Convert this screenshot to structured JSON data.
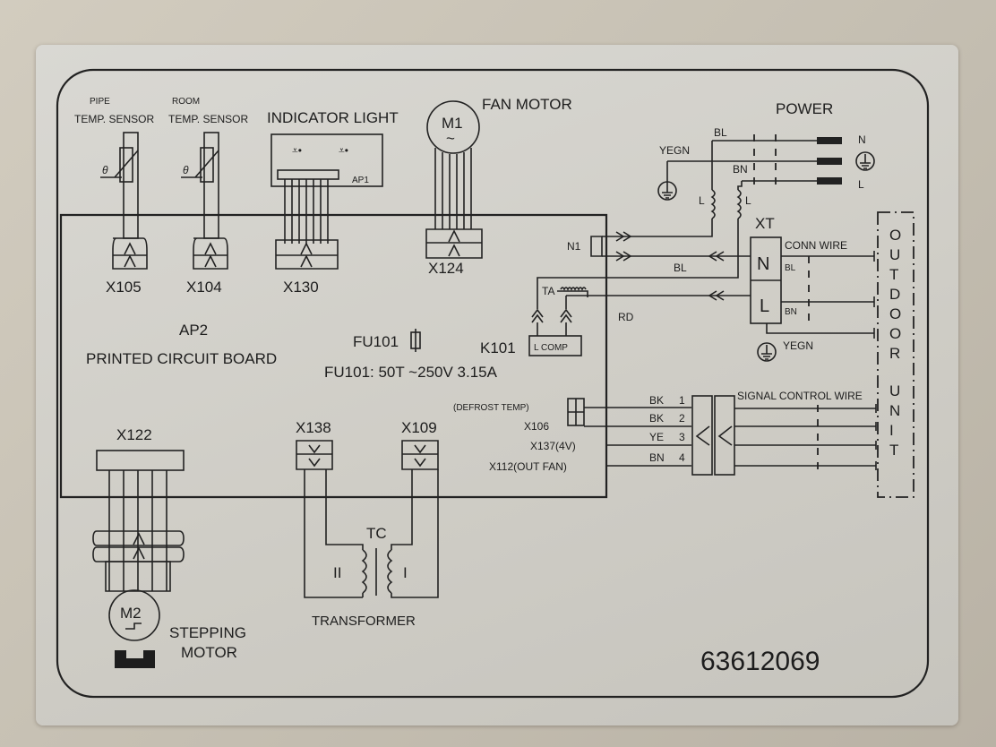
{
  "diagram": {
    "type": "air-conditioner-indoor-unit-wiring-diagram",
    "part_number": "63612069",
    "board": {
      "id": "AP2",
      "name": "PRINTED CIRCUIT BOARD"
    },
    "fuse": {
      "id": "FU101",
      "spec": "FU101: 50T ~250V 3.15A"
    },
    "sensors": [
      {
        "title_line1": "PIPE",
        "title_line2": "TEMP. SENSOR",
        "symbol": "θ",
        "connector": "X105"
      },
      {
        "title_line1": "ROOM",
        "title_line2": "TEMP. SENSOR",
        "symbol": "θ",
        "connector": "X104"
      }
    ],
    "indicator": {
      "title": "INDICATOR LIGHT",
      "board_id": "AP1",
      "connector": "X130"
    },
    "fan_motor": {
      "title": "FAN MOTOR",
      "id": "M1",
      "symbol": "~",
      "connector": "X124"
    },
    "power": {
      "title": "POWER",
      "terminals": [
        "N",
        "⏚",
        "L"
      ],
      "ground_label": "YEGN",
      "wire_bl": "BL",
      "wire_bn": "BN",
      "inductor_left": "L",
      "inductor_right": "L"
    },
    "relay": {
      "connector_n": "N1",
      "ta_label": "TA",
      "id": "K101",
      "box_label": "L COMP",
      "wire_bl": "BL",
      "wire_rd": "RD"
    },
    "terminal_block": {
      "id": "XT",
      "terminals": [
        "N",
        "L"
      ],
      "conn_wire_label": "CONN WIRE",
      "wire_bl": "BL",
      "wire_bn": "BN",
      "ground_label": "YEGN"
    },
    "signal": {
      "connectors": [
        {
          "label": "(DEFROST TEMP)"
        },
        {
          "label": "X106"
        },
        {
          "label": "X137(4V)"
        },
        {
          "label": "X112(OUT FAN)"
        }
      ],
      "wires": [
        {
          "color": "BK",
          "num": "1"
        },
        {
          "color": "BK",
          "num": "2"
        },
        {
          "color": "YE",
          "num": "3"
        },
        {
          "color": "BN",
          "num": "4"
        }
      ],
      "title": "SIGNAL CONTROL WIRE"
    },
    "outdoor_unit": {
      "letters": [
        "O",
        "U",
        "T",
        "D",
        "O",
        "O",
        "R",
        "",
        "U",
        "N",
        "I",
        "T"
      ]
    },
    "stepping_motor": {
      "connector": "X122",
      "id": "M2",
      "title_line1": "STEPPING",
      "title_line2": "MOTOR"
    },
    "transformer": {
      "id": "TC",
      "connector_a": "X138",
      "connector_b": "X109",
      "winding_secondary": "II",
      "winding_primary": "I",
      "title": "TRANSFORMER"
    },
    "colors": {
      "ink": "#1d1d1d",
      "label_bg": "#d5d3cd",
      "surface": "#c6bfb2"
    }
  }
}
